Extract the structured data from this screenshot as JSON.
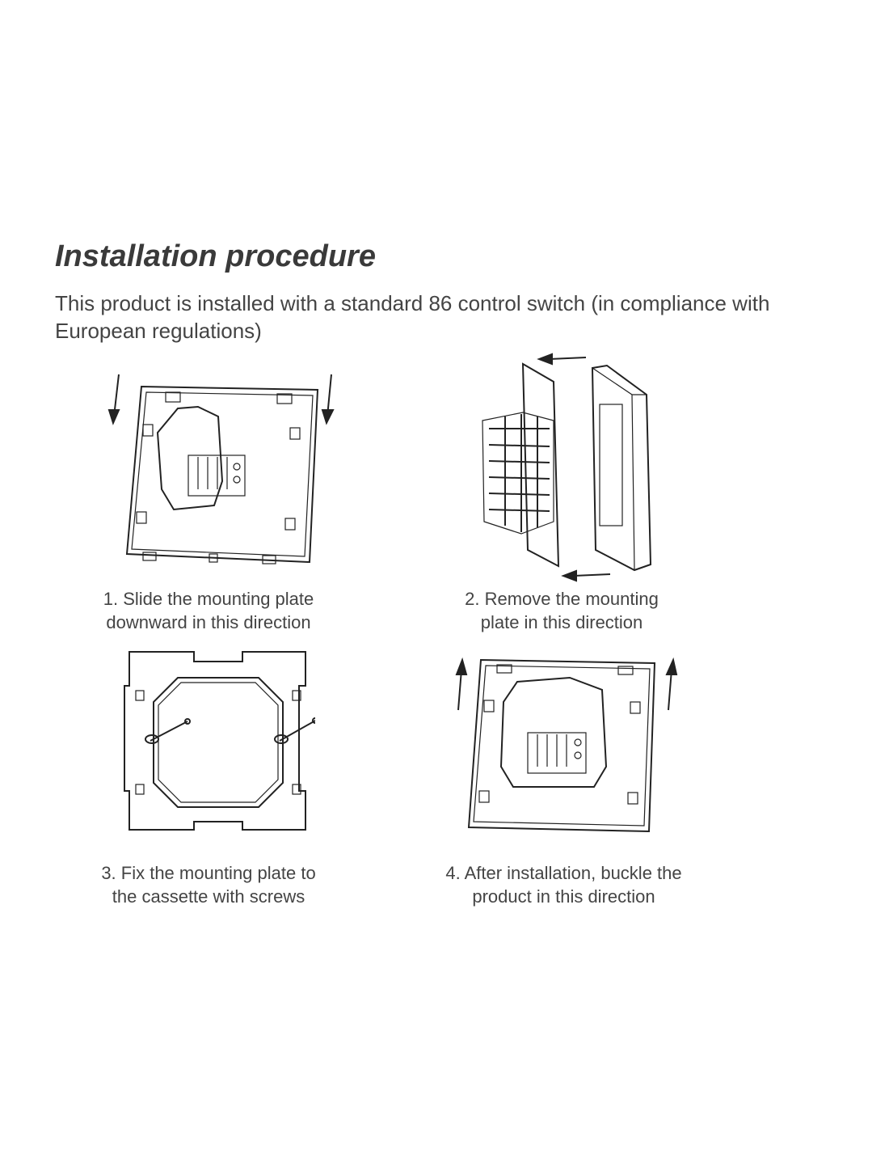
{
  "title": "Installation procedure",
  "intro": "This product is installed with a standard 86 control switch (in compliance with European regulations)",
  "steps": [
    {
      "line1": "1. Slide the mounting plate",
      "line2": "downward in this direction",
      "icon": "slide-down-arrows"
    },
    {
      "line1": "2. Remove the mounting",
      "line2": "plate in this direction",
      "icon": "remove-left-arrows"
    },
    {
      "line1": "3. Fix the mounting plate to",
      "line2": "the cassette with screws",
      "icon": "screws"
    },
    {
      "line1": "4. After installation, buckle the",
      "line2": "product in this direction",
      "icon": "buckle-up-arrows"
    }
  ]
}
